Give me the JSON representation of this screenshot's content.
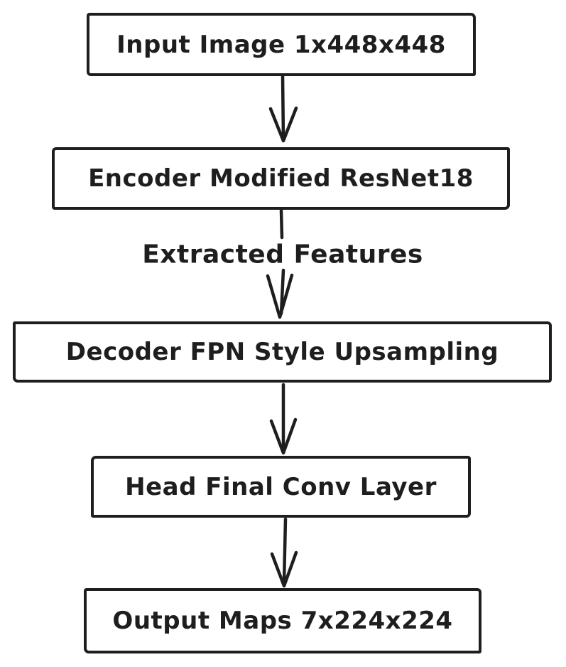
{
  "diagram": {
    "type": "flowchart",
    "background_color": "#ffffff",
    "stroke_color": "#1e1e1e",
    "nodes": [
      {
        "id": "input-image",
        "label": "Input Image 1x448x448"
      },
      {
        "id": "encoder",
        "label": "Encoder Modified ResNet18"
      },
      {
        "id": "decoder",
        "label": "Decoder FPN Style Upsampling"
      },
      {
        "id": "head",
        "label": "Head Final Conv Layer"
      },
      {
        "id": "output-maps",
        "label": "Output Maps 7x224x224"
      }
    ],
    "edges": [
      {
        "from": "input-image",
        "to": "encoder",
        "label": ""
      },
      {
        "from": "encoder",
        "to": "decoder",
        "label": "Extracted Features"
      },
      {
        "from": "decoder",
        "to": "head",
        "label": ""
      },
      {
        "from": "head",
        "to": "output-maps",
        "label": ""
      }
    ]
  }
}
